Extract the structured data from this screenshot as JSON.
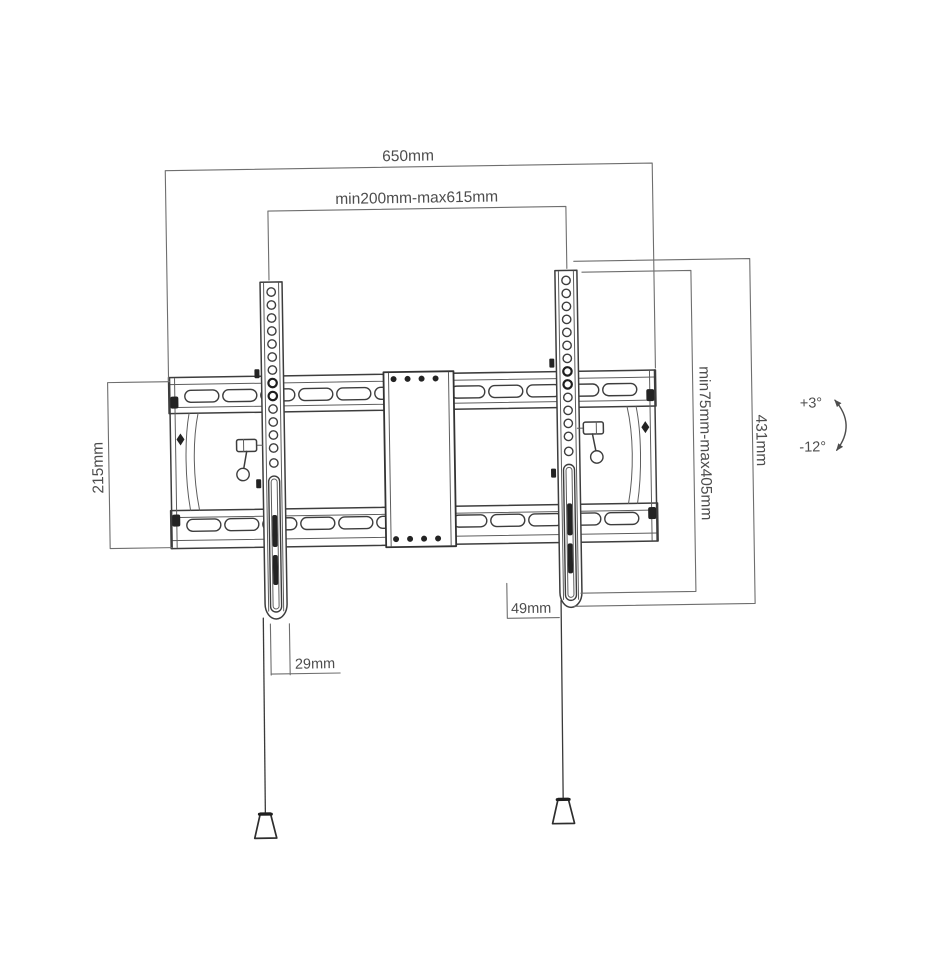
{
  "diagram": {
    "units": "mm",
    "dimensions": {
      "plate_width": "650mm",
      "arm_spacing_range": "min200mm-max615mm",
      "plate_height": "215mm",
      "arm_height": "431mm",
      "vertical_range": "min75mm-max405mm",
      "tilt_up": "+3°",
      "tilt_down": "-12°",
      "arm_offset": "49mm",
      "arm_bottom_width": "29mm"
    },
    "colors": {
      "line": "#3d3d3d",
      "dimension_line": "#6e6e6e",
      "text": "#4d4d4d",
      "background": "#ffffff"
    }
  }
}
